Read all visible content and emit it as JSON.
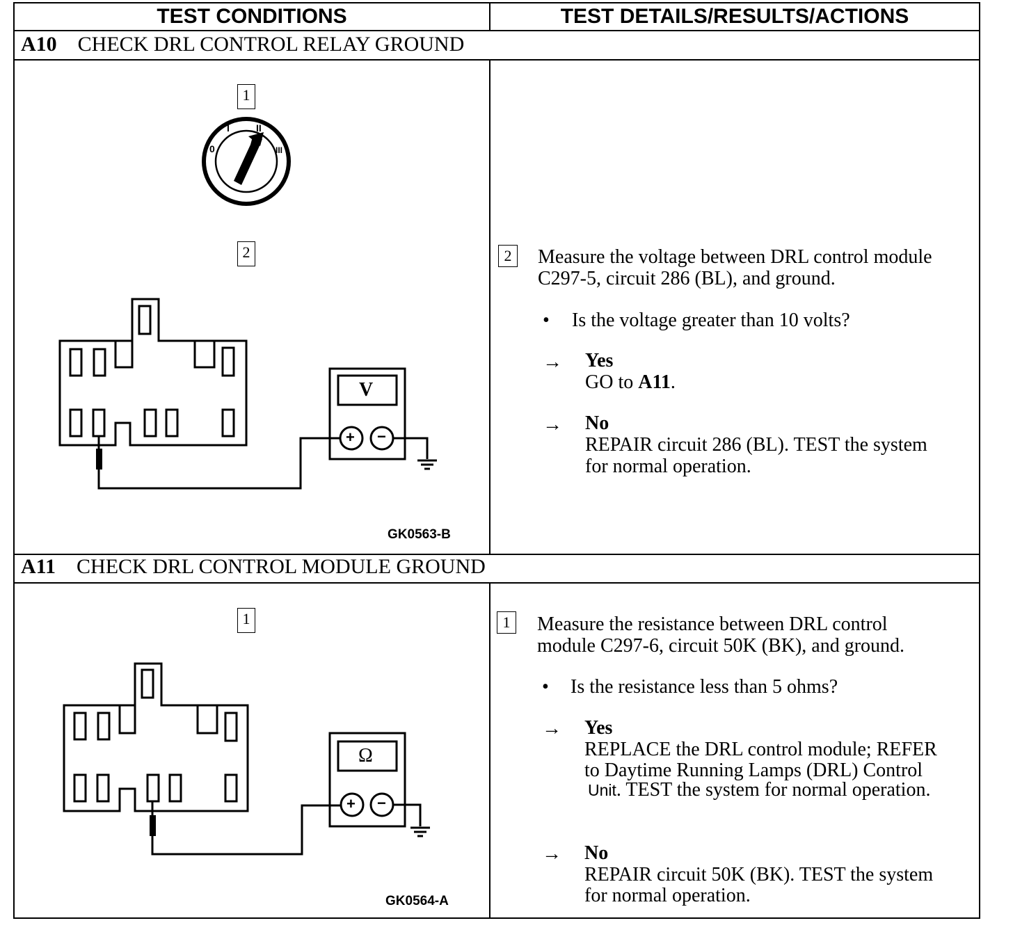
{
  "header": {
    "left": "TEST CONDITIONS",
    "right": "TEST DETAILS/RESULTS/ACTIONS"
  },
  "a10": {
    "id": "A10",
    "title": "CHECK DRL CONTROL RELAY GROUND",
    "step1_box": "1",
    "step2_box": "2",
    "switch_labels": [
      "0",
      "I",
      "II",
      "III"
    ],
    "meter_symbol": "V",
    "figure_code": "GK0563-B",
    "detail_box": "2",
    "detail_line1": "Measure the voltage between DRL control module",
    "detail_line2": "C297-5, circuit 286 (BL), and ground.",
    "bullet": "•",
    "question": "Is the voltage greater than 10 volts?",
    "arrow": "→",
    "yes_label": "Yes",
    "yes_go": "GO to",
    "yes_target": "A11",
    "yes_end": ".",
    "no_label": "No",
    "no_line1": "REPAIR circuit 286 (BL). TEST the system",
    "no_line2": "for normal operation."
  },
  "a11": {
    "id": "A11",
    "title": "CHECK DRL CONTROL MODULE GROUND",
    "step1_box": "1",
    "meter_symbol": "Ω",
    "figure_code": "GK0564-A",
    "detail_box": "1",
    "detail_line1": "Measure the resistance between DRL control",
    "detail_line2": "module C297-6, circuit 50K (BK), and ground.",
    "bullet": "•",
    "question": "Is the resistance less than 5 ohms?",
    "arrow": "→",
    "yes_label": "Yes",
    "yes_line1": "REPLACE the DRL control module; REFER",
    "yes_line2": "to Daytime Running Lamps (DRL) Control",
    "yes_line3a": "Unit",
    "yes_line3b": ". TEST the system for normal  operation.",
    "no_label": "No",
    "no_line1": "REPAIR circuit 50K (BK). TEST the system",
    "no_line2": "for normal operation."
  },
  "meter_plus": "+",
  "meter_minus": "−"
}
